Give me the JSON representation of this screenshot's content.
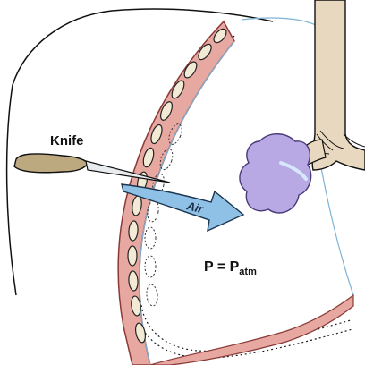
{
  "labels": {
    "knife": "Knife",
    "air": "Air",
    "pressure_prefix": "P = P",
    "pressure_subscript": "atm"
  },
  "colors": {
    "pleura_pink": "#e8a8a2",
    "pleura_stroke": "#8a3a36",
    "rib_fill": "#f3ead6",
    "lung_boundary": "#7fb3d5",
    "air_arrow": "#8fc1e6",
    "lesion": "#b8a8e4",
    "bronchus": "#e8d8bf",
    "knife_handle": "#bda980",
    "blade": "#e9ecef",
    "outline": "#111111"
  },
  "icons": {
    "knife": "knife-icon",
    "air_arrow": "arrow-right-icon",
    "lesion": "lung-lesion-icon"
  }
}
